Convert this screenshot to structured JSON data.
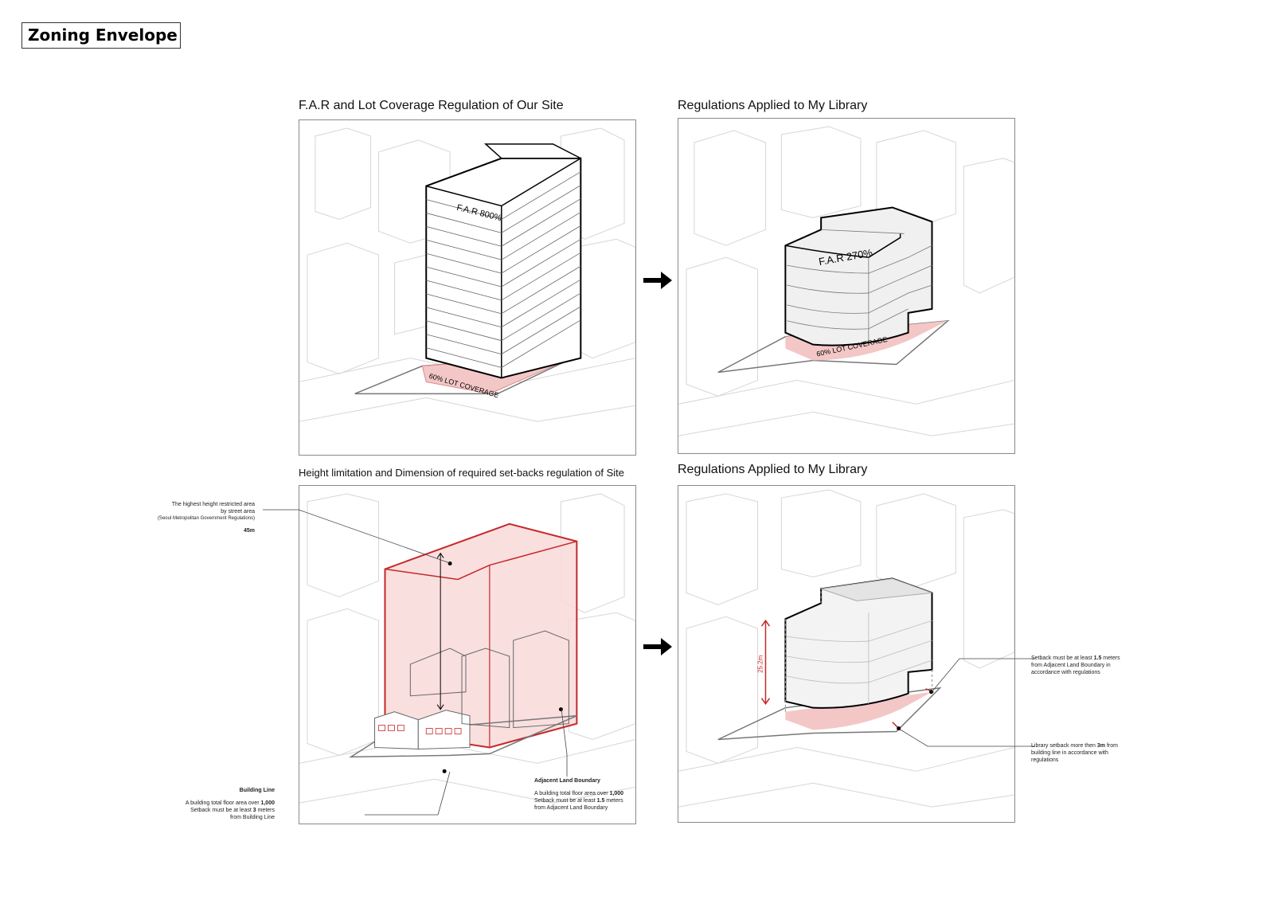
{
  "page_title": "Zoning Envelope",
  "panels": [
    {
      "title": "F.A.R and Lot Coverage Regulation of Our Site",
      "far_label": "F.A.R 800%",
      "coverage_label": "60% LOT COVERAGE"
    },
    {
      "title": "Regulations Applied to My Library",
      "far_label": "F.A.R 270%",
      "coverage_label": "60% LOT COVERAGE"
    },
    {
      "title": "Height limitation and Dimension of required set-backs regulation of Site"
    },
    {
      "title": "Regulations Applied to My Library",
      "height_label": "25.2m"
    }
  ],
  "annotations": {
    "height_area": {
      "line1": "The highest height restricted area",
      "line2": "by street area",
      "line3": "(Seoul Metropolitan Government Regulations)",
      "value": "45m"
    },
    "building_line": {
      "title": "Building Line",
      "line1_pre": "A building total floor area over ",
      "line1_bold": "1,000",
      "line2_pre": "Setback must be at least ",
      "line2_bold": "3",
      "line2_post": " meters",
      "line3": "from Building Line"
    },
    "adjacent_boundary": {
      "title": "Adjacent Land Boundary",
      "line1_pre": "A building total floor area over ",
      "line1_bold": "1,000",
      "line2_pre": "Setback must be at least ",
      "line2_bold": "1.5",
      "line2_post": " meters",
      "line3": "from Adjacent Land Boundary"
    },
    "setback_adjacent": {
      "line1_pre": "Setback must be at least ",
      "line1_bold": "1.5",
      "line1_post": " meters",
      "line2": "from Adjacent Land Boundary in",
      "line3": "accordance with regulations"
    },
    "setback_building": {
      "line1_pre": "Library setback more then ",
      "line1_bold": "3m",
      "line1_post": " from",
      "line2": "building line in accordance with",
      "line3": "regulations"
    }
  },
  "colors": {
    "accent_red": "#c62828",
    "coverage_fill": "#f4c7c7",
    "context_line": "#cfcfcf"
  }
}
